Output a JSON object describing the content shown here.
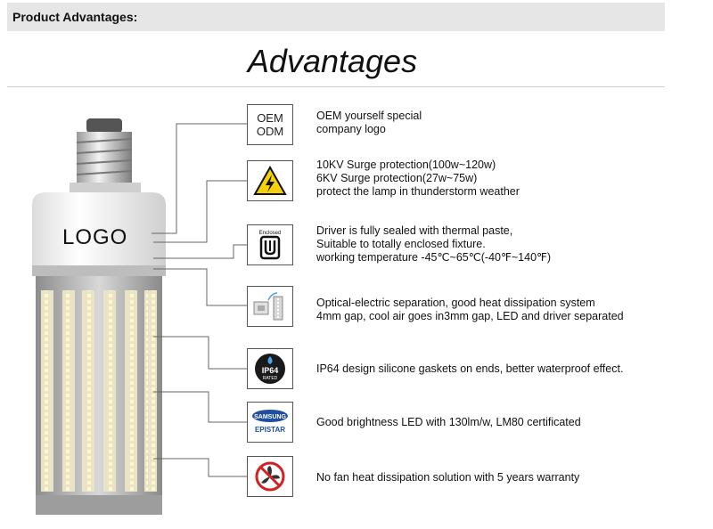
{
  "header": {
    "label": "Product Advantages:"
  },
  "title": "Advantages",
  "lamp": {
    "logo_text": "LOGO"
  },
  "features": [
    {
      "icon": "oem-odm-text-icon",
      "icon_lines": [
        "OEM",
        "ODM"
      ],
      "lines": [
        "OEM yourself special",
        "company logo"
      ]
    },
    {
      "icon": "high-voltage-warning-icon",
      "lines": [
        "10KV Surge protection(100w~120w)",
        "6KV Surge protection(27w~75w)",
        "protect the lamp in thunderstorm weather"
      ]
    },
    {
      "icon": "enclosed-fixture-icon",
      "icon_label": "Enclosed",
      "lines": [
        "Driver is fully sealed with thermal paste,",
        "Suitable to totally enclosed fixture.",
        "working temperature -45℃~65℃(-40℉~140℉)"
      ]
    },
    {
      "icon": "driver-separation-icon",
      "lines": [
        "Optical-electric separation, good heat dissipation system",
        "4mm gap, cool air goes in3mm gap, LED and driver separated"
      ]
    },
    {
      "icon": "ip64-badge-icon",
      "icon_lines": [
        "IP64",
        "RATED"
      ],
      "lines": [
        "IP64 design silicone gaskets on ends, better waterproof effect."
      ]
    },
    {
      "icon": "samsung-epistar-logo-icon",
      "icon_lines": [
        "SAMSUNG",
        "EPISTAR"
      ],
      "lines": [
        "Good brightness LED with 130lm/w, LM80 certificated"
      ]
    },
    {
      "icon": "no-fan-icon",
      "lines": [
        "No fan heat dissipation solution with 5 years warranty"
      ]
    }
  ],
  "colors": {
    "header_bg": "#e6e6e6",
    "warning_yellow": "#f5d10a",
    "ip64_badge": "#1a1a1a",
    "no_fan_red": "#d42020"
  }
}
